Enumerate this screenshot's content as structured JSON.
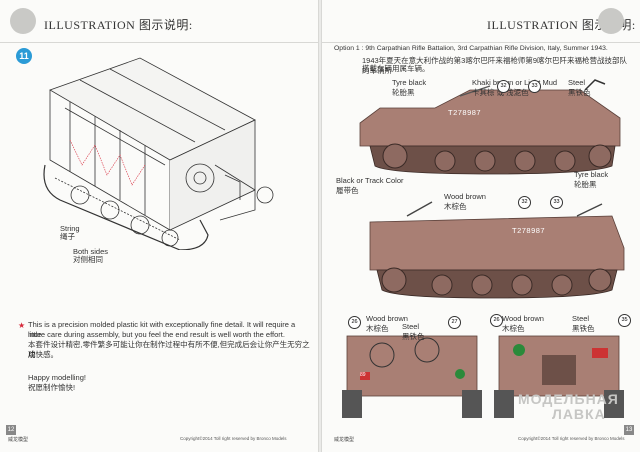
{
  "header": {
    "title_left": "ILLUSTRATION 图示说明:",
    "title_right": "ILLUSTRATION 图示说明:"
  },
  "step": {
    "number": "11"
  },
  "left_labels": {
    "string_en": "String",
    "string_cn": "绳子",
    "both_en": "Both sides",
    "both_cn": "对侧相同"
  },
  "notice": {
    "line1": "This is a precision molded plastic kit with exceptionally fine detail. It will require a little",
    "line2": "more care during assembly, but you feel the end result is well worth the effort.",
    "cn1": "本套件设计精密,零件繁多可能让你在制作过程中有所不便,但完成后会让你产生无穷之成",
    "cn2": "功快感。",
    "happy_en": "Happy modelling!",
    "happy_cn": "祝愿制作愉快!"
  },
  "option": {
    "title": "Option 1 : 9th Carpathian Rifle Battalion, 3rd Carpathian Rifle Division, Italy, Summer 1943.",
    "cn1": "1943年夏天在意大利作战的第3喀尔巴阡来福枪师第9喀尔巴阡来福枪营战技部队的车辆所",
    "cn2": "搭载车辆用属车辆。",
    "serial_top": "T278987",
    "serial_bottom": "T278987"
  },
  "color_labels": {
    "tyre_black_1_en": "Tyre black",
    "tyre_black_1_cn": "轮胎黑",
    "khaki_en": "Khaki brown or Light Mud",
    "khaki_cn": "卡其棕 或 浅泥色",
    "steel_1_en": "Steel",
    "steel_1_cn": "黑铁色",
    "track_en": "Black or Track Color",
    "track_cn": "履带色",
    "tyre_black_2_en": "Tyre black",
    "tyre_black_2_cn": "轮胎黑",
    "wood_1_en": "Wood brown",
    "wood_1_cn": "木棕色",
    "wood_2_en": "Wood brown",
    "wood_2_cn": "木棕色",
    "steel_2_en": "Steel",
    "steel_2_cn": "黑铁色",
    "wood_3_en": "Wood brown",
    "wood_3_cn": "木棕色",
    "steel_3_en": "Steel",
    "steel_3_cn": "黑铁色"
  },
  "callouts": {
    "c32a": "32",
    "c33a": "33",
    "c32b": "32",
    "c33b": "33",
    "c26a": "26",
    "c27": "27",
    "c26b": "26",
    "c35": "35",
    "rear_plate": "89"
  },
  "footer": {
    "left_num": "12",
    "right_num": "13",
    "left_label": "威龙模型",
    "left_copy": "Copyright©2014  Toll right reserved by Bronco Models",
    "right_label": "威龙模型",
    "right_copy": "Copyright©2014  Toll right reserved by Bronco Models"
  },
  "watermark": {
    "line1": "МОДЕЛЬНАЯ",
    "line2": "ЛАВКА"
  },
  "colors": {
    "hull": "#a97f74",
    "hull_dark": "#7a5a52",
    "accent": "#2b9bd6",
    "notice_star": "#d6293a"
  }
}
